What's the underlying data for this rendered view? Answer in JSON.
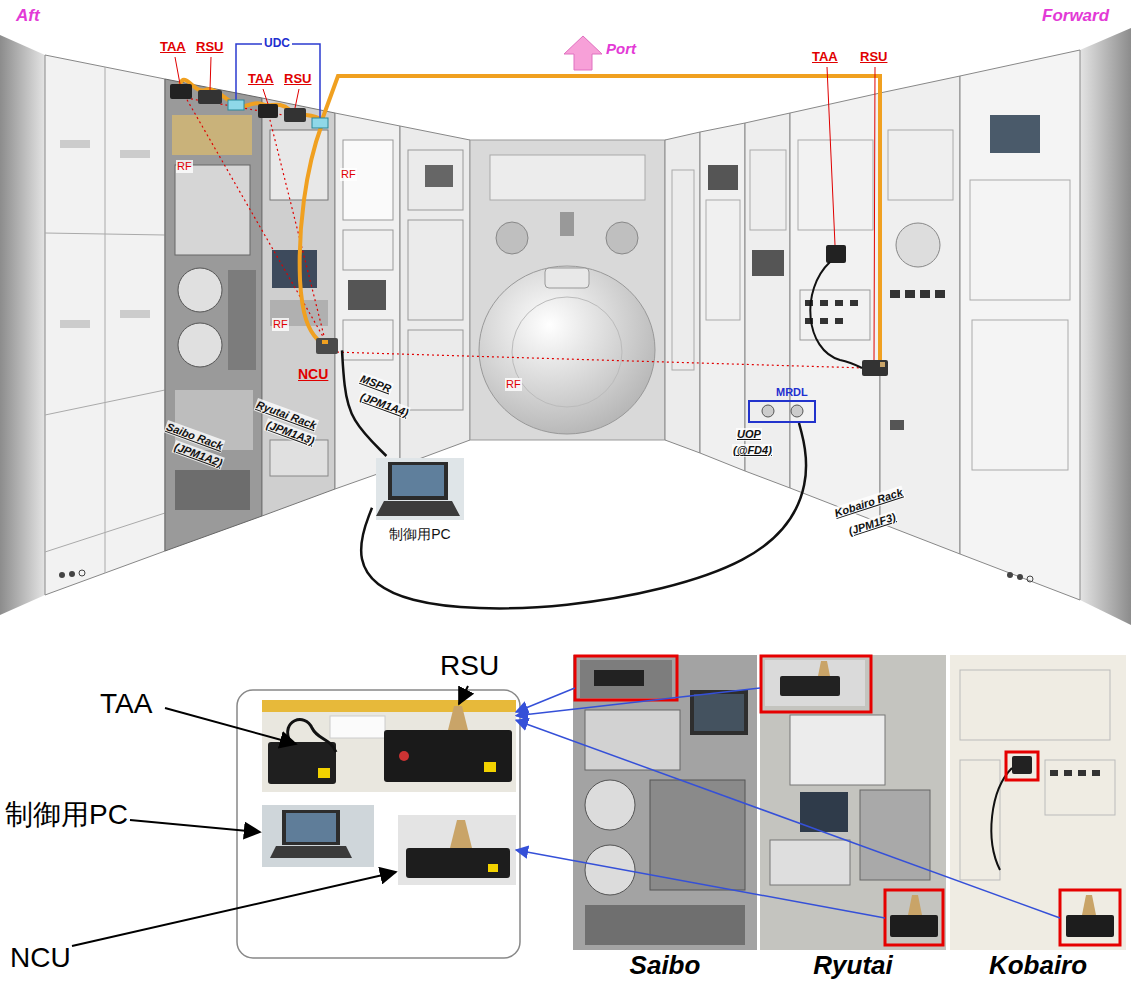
{
  "diagram": {
    "nodes": [
      {
        "text": [
          "NCU"
        ]
      },
      {
        "text": [
          "MRDL"
        ]
      },
      {
        "text": [
          "制御用PC"
        ]
      },
      {
        "text": [
          "TAA",
          "RSU"
        ]
      },
      {
        "text": [
          "Saibo"
        ]
      },
      {
        "text": [
          "Ryutai"
        ]
      },
      {
        "text": [
          "Kobairo"
        ]
      },
      {
        "text": [
          "制御用PC"
        ]
      },
      {
        "text": [
          "NCU"
        ]
      }
    ],
    "edges": [
      {
        "from": 2,
        "to": 0,
        "arrow": "none"
      },
      {
        "from": 2,
        "to": 1,
        "arrow": "none"
      },
      {
        "from": 4,
        "to": 3,
        "arrow": "to"
      },
      {
        "from": 5,
        "to": 3,
        "arrow": "to"
      },
      {
        "from": 6,
        "to": 3,
        "arrow": "to"
      },
      {
        "from": 5,
        "to": 8,
        "arrow": "to"
      }
    ],
    "labels": [
      "Aft",
      "Forward",
      "Port",
      "UDC",
      "TAA",
      "RSU",
      "TAA",
      "RSU",
      "TAA",
      "RSU",
      "RF",
      "RF",
      "RF",
      "RF",
      "Saibo Rack",
      "(JPM1A2)",
      "Ryutai Rack",
      "(JPM1A3)",
      "MSPR",
      "(JPM1A4)",
      "UOP",
      "(@FD4)",
      "Kobairo Rack",
      "(JPM1F3)"
    ]
  }
}
